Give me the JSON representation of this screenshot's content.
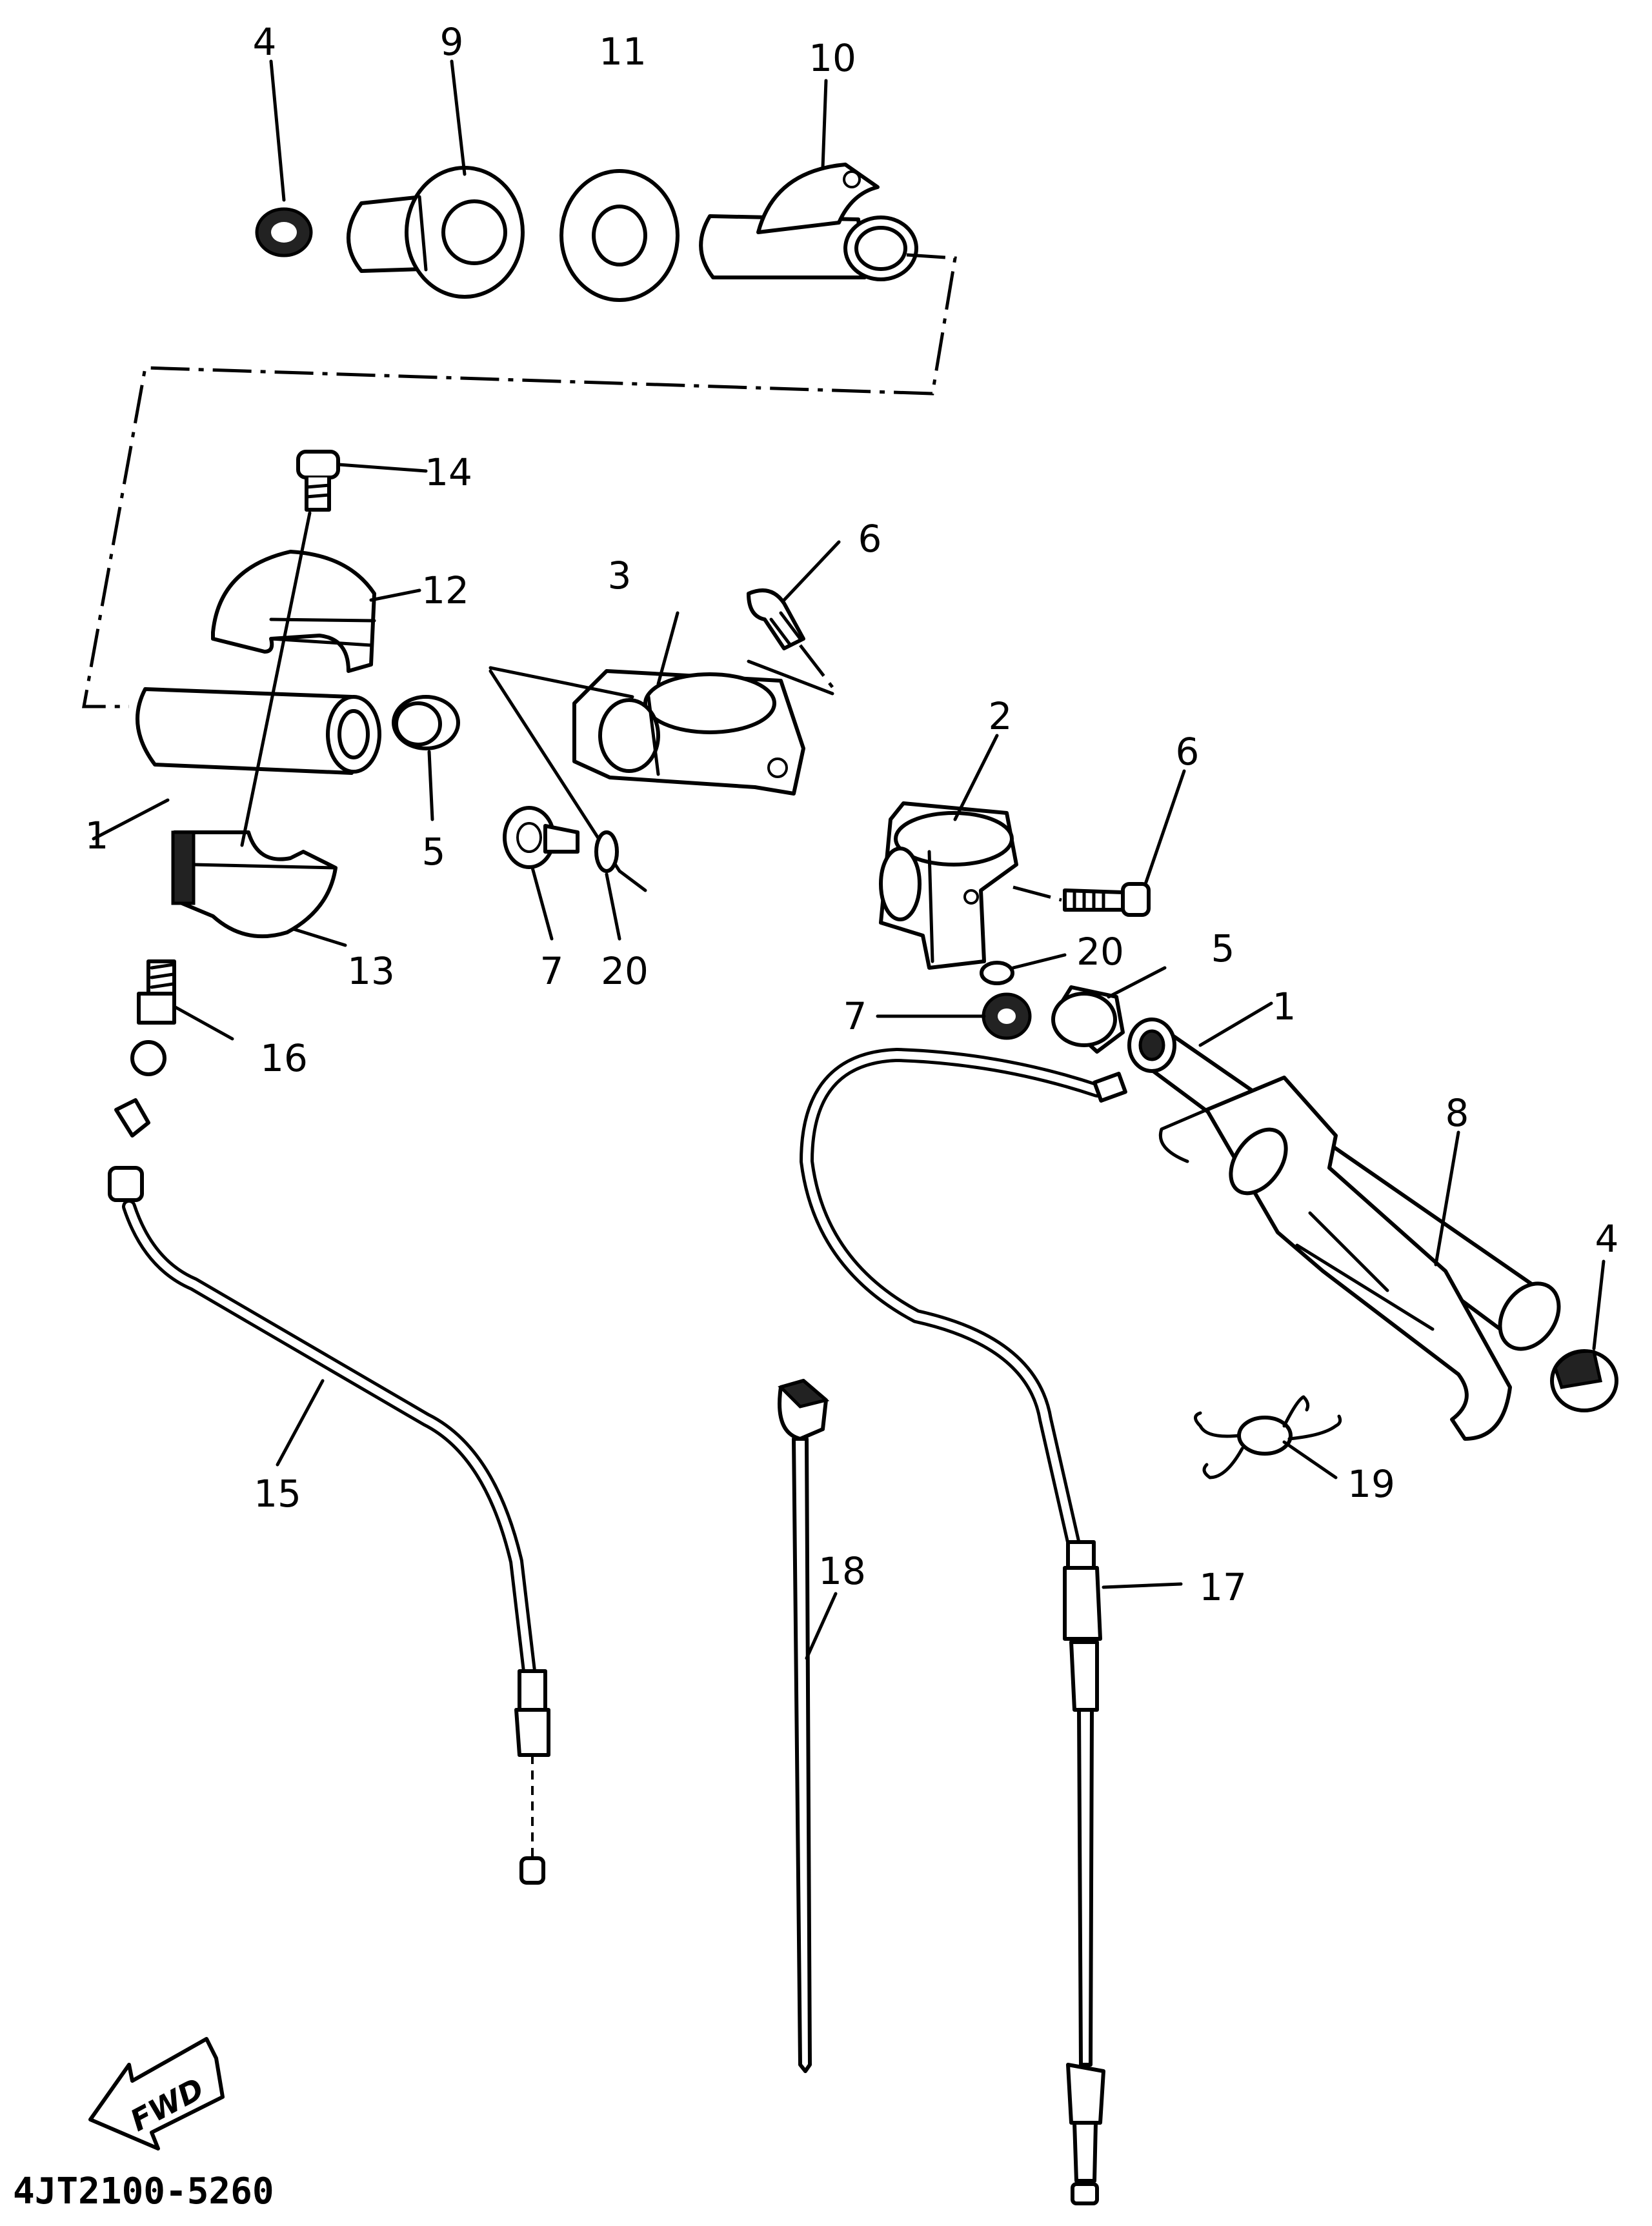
{
  "diagram": {
    "part_code": "4JT2100-5260",
    "fwd_label": "FWD",
    "callouts": {
      "c4a": "4",
      "c9": "9",
      "c11": "11",
      "c10": "10",
      "c14": "14",
      "c12": "12",
      "c3": "3",
      "c6a": "6",
      "c1a": "1",
      "c5a": "5",
      "c13": "13",
      "c7a": "7",
      "c20a": "20",
      "c2": "2",
      "c6b": "6",
      "c20b": "20",
      "c5b": "5",
      "c7b": "7",
      "c1b": "1",
      "c8": "8",
      "c4b": "4",
      "c16": "16",
      "c15": "15",
      "c18": "18",
      "c17": "17",
      "c19": "19"
    }
  }
}
